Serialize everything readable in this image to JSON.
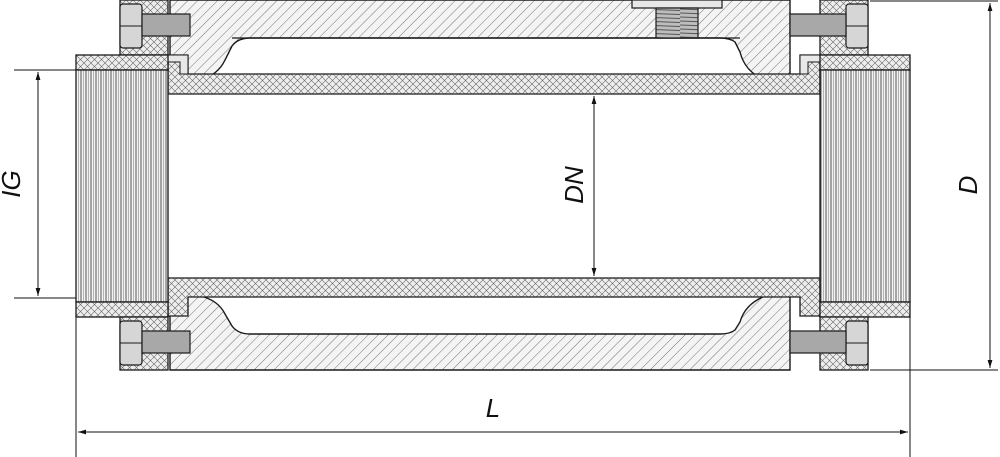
{
  "diagram": {
    "labels": {
      "thread_size": "IG",
      "nominal_diameter": "DN",
      "outer_diameter": "D",
      "overall_length": "L"
    },
    "colors": {
      "line": "#1a1a1a",
      "fill_hatch": "#f2f2f2",
      "fill_liner": "#ececec",
      "bolt_fill": "#a8a8a8",
      "bolt_light": "#d6d6d6"
    }
  }
}
